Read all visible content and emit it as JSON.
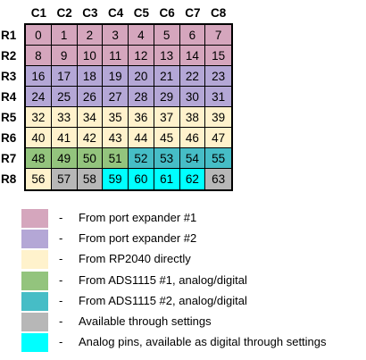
{
  "columns": [
    "C1",
    "C2",
    "C3",
    "C4",
    "C5",
    "C6",
    "C7",
    "C8"
  ],
  "rows": [
    "R1",
    "R2",
    "R3",
    "R4",
    "R5",
    "R6",
    "R7",
    "R8"
  ],
  "colors": {
    "port_expander_1": "#d5a6bd",
    "port_expander_2": "#b4a7d6",
    "rp2040": "#fff2cc",
    "ads1115_1": "#93c47d",
    "ads1115_2": "#46bdc6",
    "settings": "#b7b7b7",
    "analog_pins": "#00ffff"
  },
  "cells": [
    [
      {
        "v": "0",
        "c": "port_expander_1"
      },
      {
        "v": "1",
        "c": "port_expander_1"
      },
      {
        "v": "2",
        "c": "port_expander_1"
      },
      {
        "v": "3",
        "c": "port_expander_1"
      },
      {
        "v": "4",
        "c": "port_expander_1"
      },
      {
        "v": "5",
        "c": "port_expander_1"
      },
      {
        "v": "6",
        "c": "port_expander_1"
      },
      {
        "v": "7",
        "c": "port_expander_1"
      }
    ],
    [
      {
        "v": "8",
        "c": "port_expander_1"
      },
      {
        "v": "9",
        "c": "port_expander_1"
      },
      {
        "v": "10",
        "c": "port_expander_1"
      },
      {
        "v": "11",
        "c": "port_expander_1"
      },
      {
        "v": "12",
        "c": "port_expander_1"
      },
      {
        "v": "13",
        "c": "port_expander_1"
      },
      {
        "v": "14",
        "c": "port_expander_1"
      },
      {
        "v": "15",
        "c": "port_expander_1"
      }
    ],
    [
      {
        "v": "16",
        "c": "port_expander_2"
      },
      {
        "v": "17",
        "c": "port_expander_2"
      },
      {
        "v": "18",
        "c": "port_expander_2"
      },
      {
        "v": "19",
        "c": "port_expander_2"
      },
      {
        "v": "20",
        "c": "port_expander_2"
      },
      {
        "v": "21",
        "c": "port_expander_2"
      },
      {
        "v": "22",
        "c": "port_expander_2"
      },
      {
        "v": "23",
        "c": "port_expander_2"
      }
    ],
    [
      {
        "v": "24",
        "c": "port_expander_2"
      },
      {
        "v": "25",
        "c": "port_expander_2"
      },
      {
        "v": "26",
        "c": "port_expander_2"
      },
      {
        "v": "27",
        "c": "port_expander_2"
      },
      {
        "v": "28",
        "c": "port_expander_2"
      },
      {
        "v": "29",
        "c": "port_expander_2"
      },
      {
        "v": "30",
        "c": "port_expander_2"
      },
      {
        "v": "31",
        "c": "port_expander_2"
      }
    ],
    [
      {
        "v": "32",
        "c": "rp2040"
      },
      {
        "v": "33",
        "c": "rp2040"
      },
      {
        "v": "34",
        "c": "rp2040"
      },
      {
        "v": "35",
        "c": "rp2040"
      },
      {
        "v": "36",
        "c": "rp2040"
      },
      {
        "v": "37",
        "c": "rp2040"
      },
      {
        "v": "38",
        "c": "rp2040"
      },
      {
        "v": "39",
        "c": "rp2040"
      }
    ],
    [
      {
        "v": "40",
        "c": "rp2040"
      },
      {
        "v": "41",
        "c": "rp2040"
      },
      {
        "v": "42",
        "c": "rp2040"
      },
      {
        "v": "43",
        "c": "rp2040"
      },
      {
        "v": "44",
        "c": "rp2040"
      },
      {
        "v": "45",
        "c": "rp2040"
      },
      {
        "v": "46",
        "c": "rp2040"
      },
      {
        "v": "47",
        "c": "rp2040"
      }
    ],
    [
      {
        "v": "48",
        "c": "ads1115_1"
      },
      {
        "v": "49",
        "c": "ads1115_1"
      },
      {
        "v": "50",
        "c": "ads1115_1"
      },
      {
        "v": "51",
        "c": "ads1115_1"
      },
      {
        "v": "52",
        "c": "ads1115_2"
      },
      {
        "v": "53",
        "c": "ads1115_2"
      },
      {
        "v": "54",
        "c": "ads1115_2"
      },
      {
        "v": "55",
        "c": "ads1115_2"
      }
    ],
    [
      {
        "v": "56",
        "c": "rp2040"
      },
      {
        "v": "57",
        "c": "settings"
      },
      {
        "v": "58",
        "c": "settings"
      },
      {
        "v": "59",
        "c": "analog_pins"
      },
      {
        "v": "60",
        "c": "analog_pins"
      },
      {
        "v": "61",
        "c": "analog_pins"
      },
      {
        "v": "62",
        "c": "analog_pins"
      },
      {
        "v": "63",
        "c": "settings"
      }
    ]
  ],
  "legend": [
    {
      "color": "port_expander_1",
      "dash": "-",
      "text": "From port expander #1"
    },
    {
      "color": "port_expander_2",
      "dash": "-",
      "text": "From port expander #2"
    },
    {
      "color": "rp2040",
      "dash": "-",
      "text": "From RP2040 directly"
    },
    {
      "color": "ads1115_1",
      "dash": "-",
      "text": "From ADS1115  #1, analog/digital"
    },
    {
      "color": "ads1115_2",
      "dash": "-",
      "text": "From ADS1115  #2, analog/digital"
    },
    {
      "color": "settings",
      "dash": "-",
      "text": "Available through settings"
    },
    {
      "color": "analog_pins",
      "dash": "-",
      "text": "Analog pins, available as digital through settings"
    }
  ]
}
